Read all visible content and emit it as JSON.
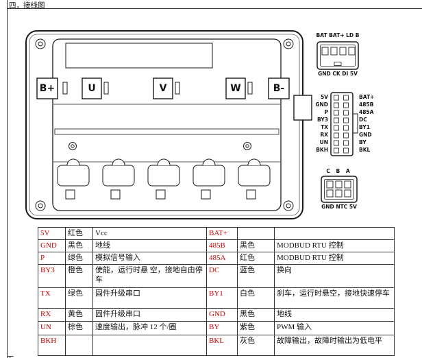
{
  "page": {
    "title": "四，接线图",
    "footer_partial": "五，"
  },
  "device": {
    "terminals": [
      "B+",
      "U",
      "V",
      "W",
      "B-"
    ]
  },
  "connectors": {
    "top": {
      "top_label": "BAT BAT+ LD B",
      "bottom_label": "GND CK DI 5V"
    },
    "mid": {
      "left_pins": [
        "5V",
        "GND",
        "P",
        "BY3",
        "TX",
        "RX",
        "UN",
        "BKH"
      ],
      "right_pins": [
        "BAT+",
        "485B",
        "485A",
        "DC",
        "BY1",
        "GND",
        "BY",
        "BKL"
      ]
    },
    "bottom": {
      "top_label": "C B A",
      "bottom_label": "GND NTC 5V"
    }
  },
  "colors": {
    "pin_red": "#d40000"
  },
  "table": {
    "rows": [
      [
        "5V",
        "红色",
        "Vcc",
        "BAT+",
        "",
        ""
      ],
      [
        "GND",
        "黑色",
        "地线",
        "485B",
        "黑色",
        "MODBUD RTU 控制"
      ],
      [
        "P",
        "绿色",
        "模拟信号输入",
        "485A",
        "红色",
        "MODBUD RTU 控制"
      ],
      [
        "BY3",
        "橙色",
        "使能，运行时悬 空，接地自由停车",
        "DC",
        "蓝色",
        "换向"
      ],
      [
        "TX",
        "绿色",
        "固件升级串口",
        "BY1",
        "白色",
        "刹车，运行时悬空，接地快速停车"
      ],
      [
        "RX",
        "黄色",
        "固件升级串口",
        "GND",
        "黑色",
        "地线"
      ],
      [
        "UN",
        "棕色",
        "速度输出，脉冲 12 个/圈",
        "BY",
        "紫色",
        "PWM 输入"
      ],
      [
        "BKH",
        "",
        "",
        "BKL",
        "灰色",
        "故障输出，故障时输出为低电平"
      ]
    ]
  }
}
